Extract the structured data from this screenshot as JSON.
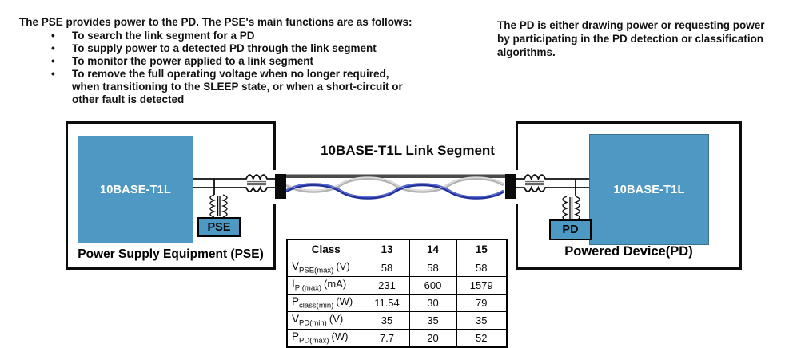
{
  "notes": {
    "pse": {
      "heading": "The PSE provides power to the PD. The PSE's main functions are as follows:",
      "bullet_char": "•",
      "bullets": [
        "To search the link segment for a PD",
        "To supply power to a detected PD through the link segment",
        "To monitor the power applied to a link segment",
        "To remove the full operating voltage when no longer required,\nwhen transitioning to the SLEEP state, or when a short-circuit or\nother fault is detected"
      ]
    },
    "pd": {
      "text": "The PD is either drawing power or requesting power\nby participating in the PD detection or classification\nalgorithms."
    }
  },
  "diagram": {
    "link_title": "10BASE-T1L Link Segment",
    "pse": {
      "phy_label": "10BASE-T1L",
      "tap_label": "PSE",
      "caption": "Power Supply Equipment (PSE)"
    },
    "pd": {
      "phy_label": "10BASE-T1L",
      "tap_label": "PD",
      "caption": "Powered Device(PD)"
    },
    "colors": {
      "device_fill": "#4d99c4",
      "wire_blue": "#222f99",
      "wire_gray": "#b3b3b3",
      "cable_sheath": "#4a4a4a"
    }
  },
  "table": {
    "headers": [
      "Class",
      "13",
      "14",
      "15"
    ],
    "rows": [
      {
        "sym": "V",
        "sub": "PSE(max)",
        "unit": "(V)",
        "values": [
          "58",
          "58",
          "58"
        ]
      },
      {
        "sym": "I",
        "sub": "PI(max)",
        "unit": "(mA)",
        "values": [
          "231",
          "600",
          "1579"
        ]
      },
      {
        "sym": "P",
        "sub": "class(min)",
        "unit": "(W)",
        "values": [
          "11.54",
          "30",
          "79"
        ]
      },
      {
        "sym": "V",
        "sub": "PD(min)",
        "unit": "(V)",
        "values": [
          "35",
          "35",
          "35"
        ]
      },
      {
        "sym": "P",
        "sub": "PD(max)",
        "unit": "(W)",
        "values": [
          "7.7",
          "20",
          "52"
        ]
      }
    ]
  }
}
